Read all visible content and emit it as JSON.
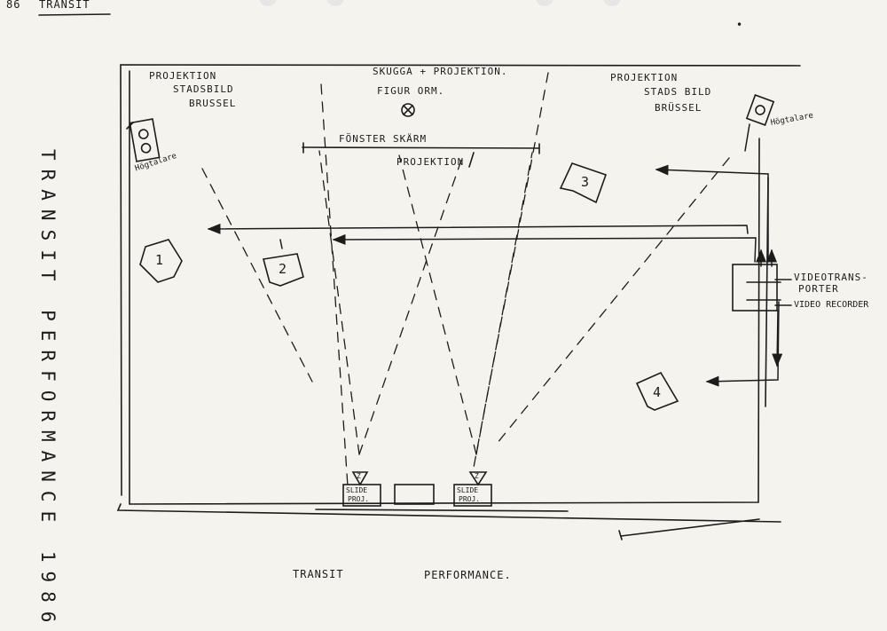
{
  "page": {
    "number": "86",
    "header": "TRANSIT",
    "vertical_title": "TRANSIT PERFORMANCE 1986",
    "footer_left": "TRANSIT",
    "footer_right": "PERFORMANCE."
  },
  "labels": {
    "proj_left_1": "PROJEKTION",
    "proj_left_2": "STADSBILD",
    "proj_left_3": "BRUSSEL",
    "center_1": "SKUGGA + PROJEKTION.",
    "center_2": "FIGUR ORM.",
    "screen_1": "FÖNSTER SKÄRM",
    "screen_2": "PROJEKTION",
    "proj_right_1": "PROJEKTION",
    "proj_right_2": "STADS BILD",
    "proj_right_3": "BRÜSSEL",
    "speaker_left": "Högtalare",
    "speaker_right": "Högtalare",
    "video_transporter_1": "VIDEOTRANS-",
    "video_transporter_2": "PORTER",
    "video_recorder": "VIDEO RECORDER",
    "slide_proj_left_1": "SLIDE",
    "slide_proj_left_2": "PROJ.",
    "slide_proj_right_1": "SLIDE",
    "slide_proj_right_2": "PROJ."
  },
  "monitors": [
    "1",
    "2",
    "3",
    "4"
  ],
  "projector_marks": [
    "Z",
    "Z"
  ]
}
